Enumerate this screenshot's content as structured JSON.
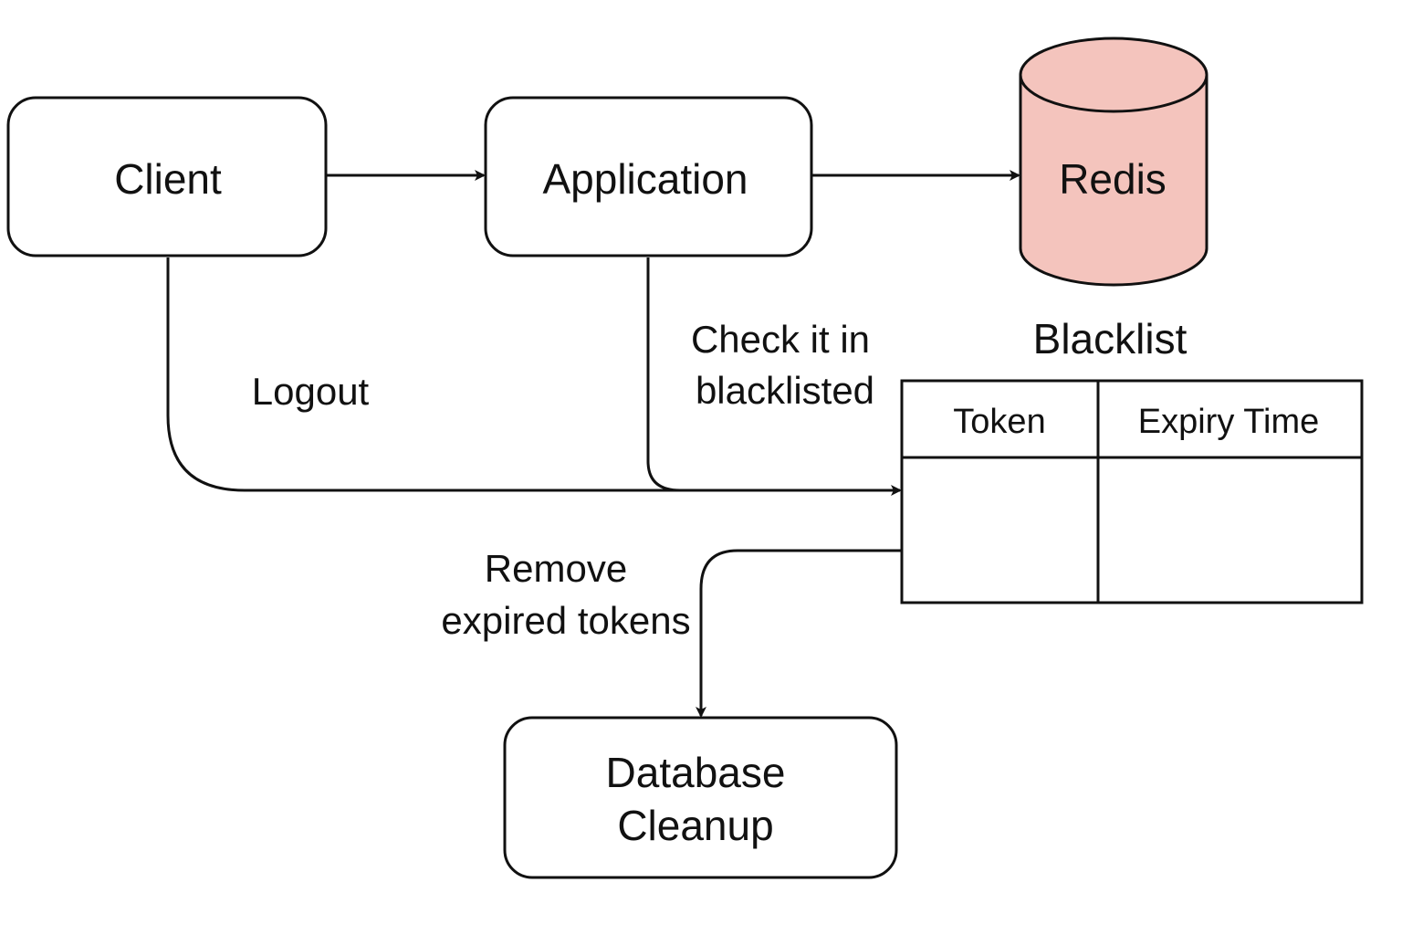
{
  "nodes": {
    "client": "Client",
    "application": "Application",
    "redis": "Redis",
    "cleanup_line1": "Database",
    "cleanup_line2": "Cleanup"
  },
  "edge_labels": {
    "logout": "Logout",
    "check_line1": "Check it in",
    "check_line2": "blacklisted",
    "remove_line1": "Remove",
    "remove_line2": "expired tokens"
  },
  "blacklist": {
    "title": "Blacklist",
    "columns": [
      "Token",
      "Expiry Time"
    ]
  },
  "colors": {
    "redis_fill": "#f4c4bd",
    "stroke": "#111111"
  }
}
